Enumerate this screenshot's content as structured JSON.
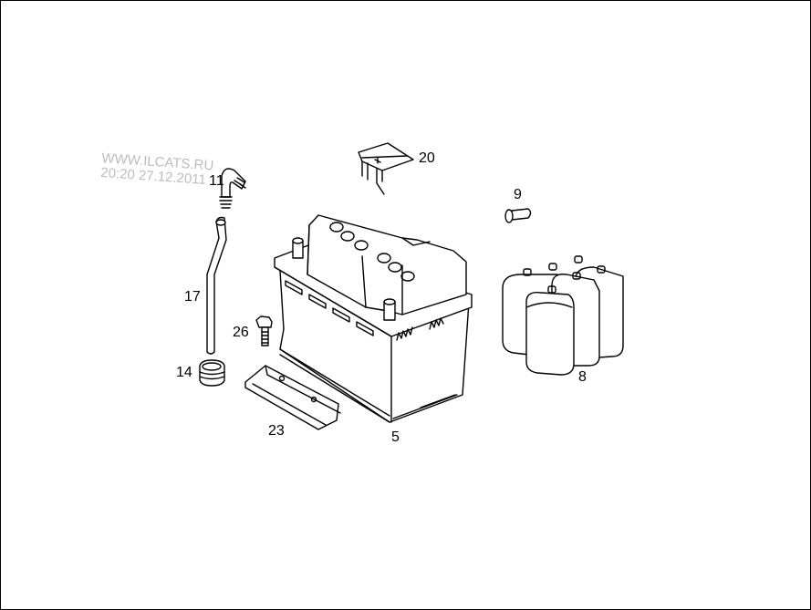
{
  "watermark": {
    "line1": "WWW.ILCATS.RU",
    "line2": "20:20 27.12.2011"
  },
  "parts": [
    {
      "id": "battery",
      "label": "5"
    },
    {
      "id": "water-bottles",
      "label": "8"
    },
    {
      "id": "vent-plug",
      "label": "9"
    },
    {
      "id": "elbow-fitting",
      "label": "11"
    },
    {
      "id": "grommet",
      "label": "14"
    },
    {
      "id": "vent-hose",
      "label": "17"
    },
    {
      "id": "terminal-cover",
      "label": "20"
    },
    {
      "id": "hold-down-bracket",
      "label": "23"
    },
    {
      "id": "bolt",
      "label": "26"
    }
  ]
}
